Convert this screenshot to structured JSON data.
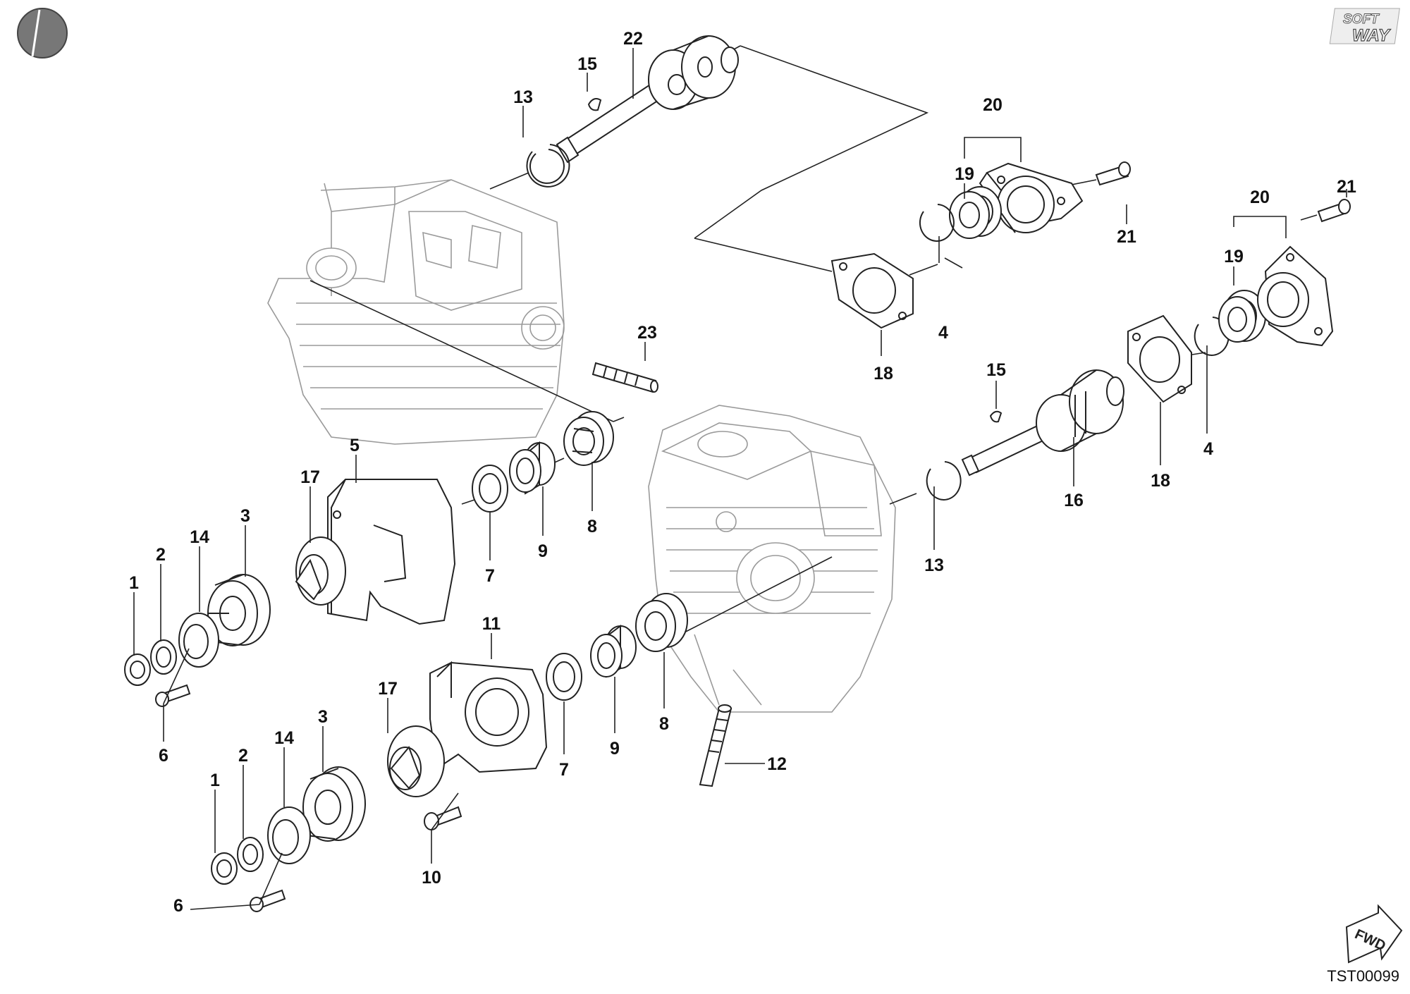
{
  "diagram": {
    "code": "TST00099",
    "logo": {
      "line1": "SOFT",
      "line2": "WAY"
    },
    "fwd_label": "FWD",
    "callouts": [
      {
        "id": "c22",
        "text": "22"
      },
      {
        "id": "c15a",
        "text": "15"
      },
      {
        "id": "c13a",
        "text": "13"
      },
      {
        "id": "c20a",
        "text": "20"
      },
      {
        "id": "c19a",
        "text": "19"
      },
      {
        "id": "c21a",
        "text": "21"
      },
      {
        "id": "c20b",
        "text": "20"
      },
      {
        "id": "c21b",
        "text": "21"
      },
      {
        "id": "c21c",
        "text": "21"
      },
      {
        "id": "c19b",
        "text": "19"
      },
      {
        "id": "c4a",
        "text": "4"
      },
      {
        "id": "c18a",
        "text": "18"
      },
      {
        "id": "c23",
        "text": "23"
      },
      {
        "id": "c15b",
        "text": "15"
      },
      {
        "id": "c4b",
        "text": "4"
      },
      {
        "id": "c5",
        "text": "5"
      },
      {
        "id": "c17a",
        "text": "17"
      },
      {
        "id": "c3a",
        "text": "3"
      },
      {
        "id": "c14a",
        "text": "14"
      },
      {
        "id": "c2a",
        "text": "2"
      },
      {
        "id": "c1a",
        "text": "1"
      },
      {
        "id": "c6a",
        "text": "6"
      },
      {
        "id": "c7a",
        "text": "7"
      },
      {
        "id": "c9a",
        "text": "9"
      },
      {
        "id": "c8a",
        "text": "8"
      },
      {
        "id": "c16",
        "text": "16"
      },
      {
        "id": "c18b",
        "text": "18"
      },
      {
        "id": "c13b",
        "text": "13"
      },
      {
        "id": "c11",
        "text": "11"
      },
      {
        "id": "c17b",
        "text": "17"
      },
      {
        "id": "c3b",
        "text": "3"
      },
      {
        "id": "c14b",
        "text": "14"
      },
      {
        "id": "c2b",
        "text": "2"
      },
      {
        "id": "c1b",
        "text": "1"
      },
      {
        "id": "c6b",
        "text": "6"
      },
      {
        "id": "c10",
        "text": "10"
      },
      {
        "id": "c7b",
        "text": "7"
      },
      {
        "id": "c9b",
        "text": "9"
      },
      {
        "id": "c8b",
        "text": "8"
      },
      {
        "id": "c12",
        "text": "12"
      }
    ]
  }
}
